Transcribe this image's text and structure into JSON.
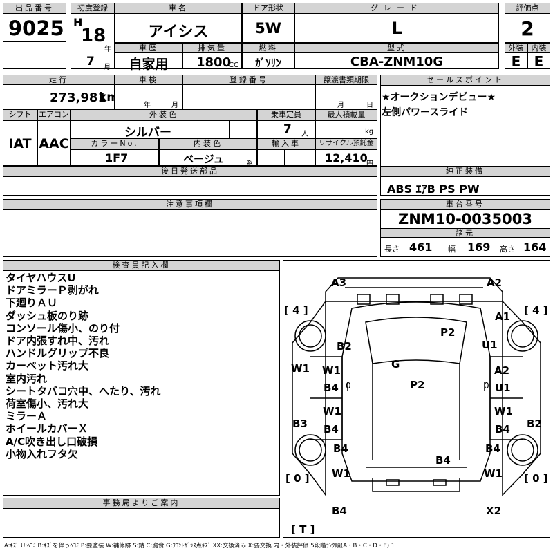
{
  "headers": {
    "lot_no": "出品番号",
    "first_reg": "初度登録",
    "car_name": "車名",
    "door_type": "ドア形状",
    "grade": "グレード",
    "score": "評価点",
    "history": "車歴",
    "displacement": "排気量",
    "fuel": "燃料",
    "model": "型式",
    "exterior": "外装",
    "interior": "内装",
    "mileage": "走行",
    "inspection": "車検",
    "reg_no": "登録番号",
    "transfer": "譲渡書類期限",
    "sales_point": "セールスポイント",
    "shift": "シフト",
    "aircon": "エアコン",
    "ext_color": "外装色",
    "capacity": "乗車定員",
    "max_load": "最大積載量",
    "color_no": "カラーNo.",
    "int_color": "内装色",
    "import": "輸入車",
    "recycle": "リサイクル預託金",
    "later_parts": "後日発送部品",
    "genuine": "純正装備",
    "notes": "注意事項欄",
    "chassis": "車台番号",
    "specs": "諸元",
    "inspector": "検査員記入欄",
    "office": "事務局よりご案内"
  },
  "vehicle": {
    "lot_no": "9025",
    "era": "H",
    "year": "18",
    "year_unit": "年",
    "month": "7",
    "month_unit": "月",
    "name": "アイシス",
    "door": "5W",
    "grade": "L",
    "score": "2",
    "history": "自家用",
    "displacement": "1800",
    "displacement_unit": "CC",
    "fuel": "ｶﾞｿﾘﾝ",
    "model": "CBA-ZNM10G",
    "exterior": "E",
    "interior": "E",
    "mileage": "273,981",
    "mileage_unit": "km",
    "insp_year": "年",
    "insp_month": "月",
    "transfer_month": "月",
    "transfer_day": "日",
    "shift": "IAT",
    "aircon": "AAC",
    "ext_color": "シルバー",
    "capacity": "7",
    "capacity_unit": "人",
    "load_unit": "kg",
    "color_no": "1F7",
    "int_color": "ベージュ",
    "int_suffix": "系",
    "recycle": "12,410",
    "recycle_unit": "円",
    "chassis": "ZNM10-0035003",
    "length_label": "長さ",
    "length": "461",
    "width_label": "幅",
    "width": "169",
    "height_label": "高さ",
    "height": "164"
  },
  "sales_points": [
    "★オークションデビュー★",
    "左側パワースライド"
  ],
  "equipment": "ABS ｴｱB PS PW",
  "inspector_remarks": [
    "タイヤハウスU",
    "ドアミラーＰ剥がれ",
    "下廻りＡＵ",
    "ダッシュ板のり跡",
    "コンソール傷小、のり付",
    "ドア内張すれ中、汚れ",
    "ハンドルグリップ不良",
    "カーペット汚れ大",
    "室内汚れ",
    "シートタバコ穴中、へたり、汚れ",
    "荷室傷小、汚れ大",
    "ミラーＡ",
    "ホイールカバーＸ",
    "A/C吹き出し口破損",
    "小物入れフタ欠"
  ],
  "diagram_labels": [
    "A3",
    "A2",
    "[ 4 ]",
    "[ 4 ]",
    "A1",
    "P2",
    "B2",
    "U1",
    "G",
    "W1",
    "W1",
    "A2",
    "P2",
    "B4",
    "0",
    "0",
    "U1",
    "B3",
    "B2",
    "W1",
    "W1",
    "B4",
    "B4",
    "B4",
    "B4",
    "B4",
    "[ 0 ]",
    "[ 0 ]",
    "W1",
    "W1",
    "B4",
    "X2",
    "[ T ]"
  ],
  "legend": "A:ｷｽﾞ U:ﾍｺﾐ B:ｷｽﾞを伴うﾍｺﾐ P:要塗装 W:補修跡 S:錆 C:腐食 G:ﾌﾛﾝﾄｶﾞﾗｽ点ｷｽﾞ XX:交換済み X:要交換 内・外装評価 5段階ﾗﾝｸ順(A・B・C・D・E) 1"
}
